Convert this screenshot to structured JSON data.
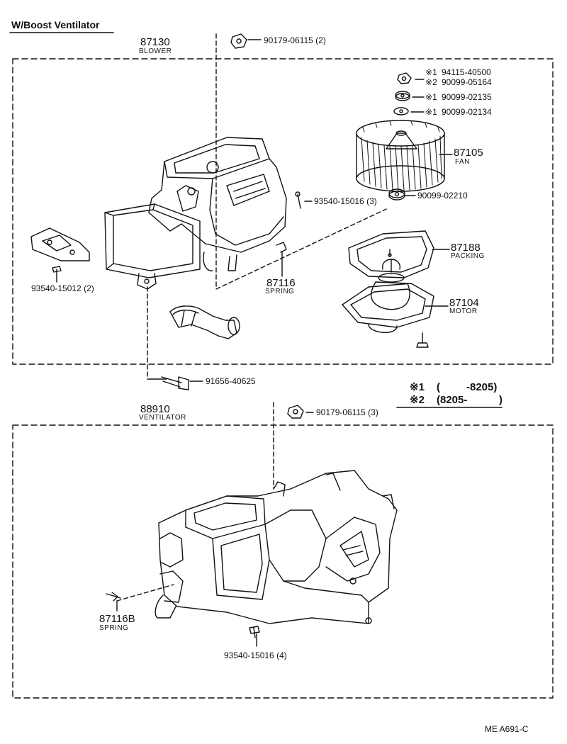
{
  "title": "W/Boost Ventilator",
  "drawing_code": "ME  A691-C",
  "mark": "※",
  "legend": {
    "row1_num": "1",
    "row1_open": "(",
    "row1_range": "-8205)",
    "row2_num": "2",
    "row2_range": "(8205-",
    "row2_close": ")"
  },
  "blower": {
    "number": "87130",
    "name": "BLOWER",
    "nut_top": "90179-06115 (2)",
    "mark1_a": "1",
    "part_a": "94115-40500",
    "mark2_a": "2",
    "part_b": "90099-05164",
    "mark1_c": "1",
    "part_c": "90099-02135",
    "mark1_d": "1",
    "part_d": "90099-02134",
    "fan_number": "87105",
    "fan_name": "FAN",
    "screw": "93540-15016 (3)",
    "washer": "90099-02210",
    "packing_number": "87188",
    "packing_name": "PACKING",
    "spring_number": "87116",
    "spring_name": "SPRING",
    "motor_number": "87104",
    "motor_name": "MOTOR",
    "screw_left": "93540-15012 (2)",
    "bolt": "91656-40625"
  },
  "ventilator": {
    "number": "88910",
    "name": "VENTILATOR",
    "nut": "90179-06115 (3)",
    "spring_number": "87116B",
    "spring_name": "SPRING",
    "screw": "93540-15016 (4)"
  }
}
